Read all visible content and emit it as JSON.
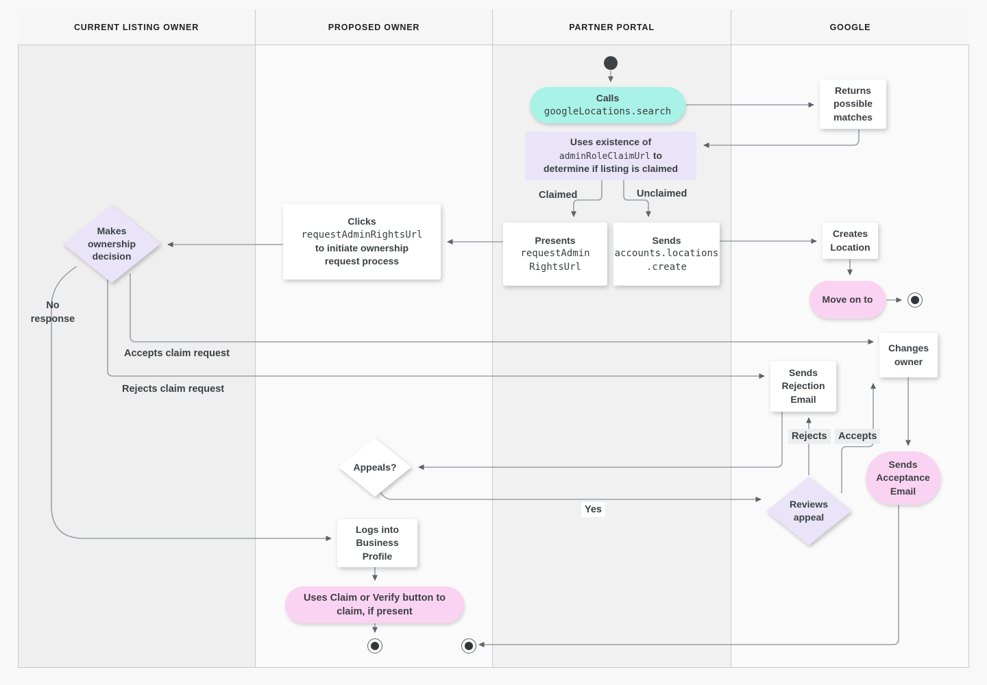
{
  "lanes": [
    {
      "label": "CURRENT LISTING OWNER"
    },
    {
      "label": "PROPOSED OWNER"
    },
    {
      "label": "PARTNER PORTAL"
    },
    {
      "label": "GOOGLE"
    }
  ],
  "nodes": {
    "calls": {
      "line1": "Calls",
      "line2": "googleLocations.search"
    },
    "returns": {
      "text": "Returns possible matches"
    },
    "uses": {
      "line1": "Uses existence of",
      "line2_code": "adminRoleClaimUrl",
      "line2_suffix": " to",
      "line3": "determine if listing is claimed"
    },
    "presents": {
      "line1": "Presents",
      "line2": "requestAdmin",
      "line3": "RightsUrl"
    },
    "sends_create": {
      "line1": "Sends",
      "line2": "accounts.locations",
      "line3": ".create"
    },
    "creates": {
      "text": "Creates Location"
    },
    "move_on": {
      "text": "Move on to"
    },
    "clicks": {
      "line1": "Clicks",
      "line2": "requestAdminRightsUrl",
      "line3": "to initiate ownership",
      "line4": "request process"
    },
    "makes": {
      "text": "Makes ownership decision"
    },
    "changes": {
      "text": "Changes owner"
    },
    "rejection": {
      "text": "Sends Rejection Email"
    },
    "acceptance": {
      "text": "Sends Acceptance Email"
    },
    "reviews": {
      "text": "Reviews appeal"
    },
    "appeals": {
      "text": "Appeals?"
    },
    "logs": {
      "text": "Logs into Business Profile"
    },
    "claim": {
      "text": "Uses Claim or Verify button to claim, if present"
    }
  },
  "edge_labels": {
    "claimed": "Claimed",
    "unclaimed": "Unclaimed",
    "no_response": "No response",
    "accepts_claim": "Accepts claim request",
    "rejects_claim": "Rejects claim request",
    "rejects": "Rejects",
    "accepts": "Accepts",
    "yes": "Yes"
  },
  "colors": {
    "teal": "#a9f2e7",
    "lavender": "#e9e4f7",
    "pink": "#fbd3f2",
    "line": "#9aa0a6",
    "arrow": "#5f6368",
    "text": "#3c4043"
  }
}
